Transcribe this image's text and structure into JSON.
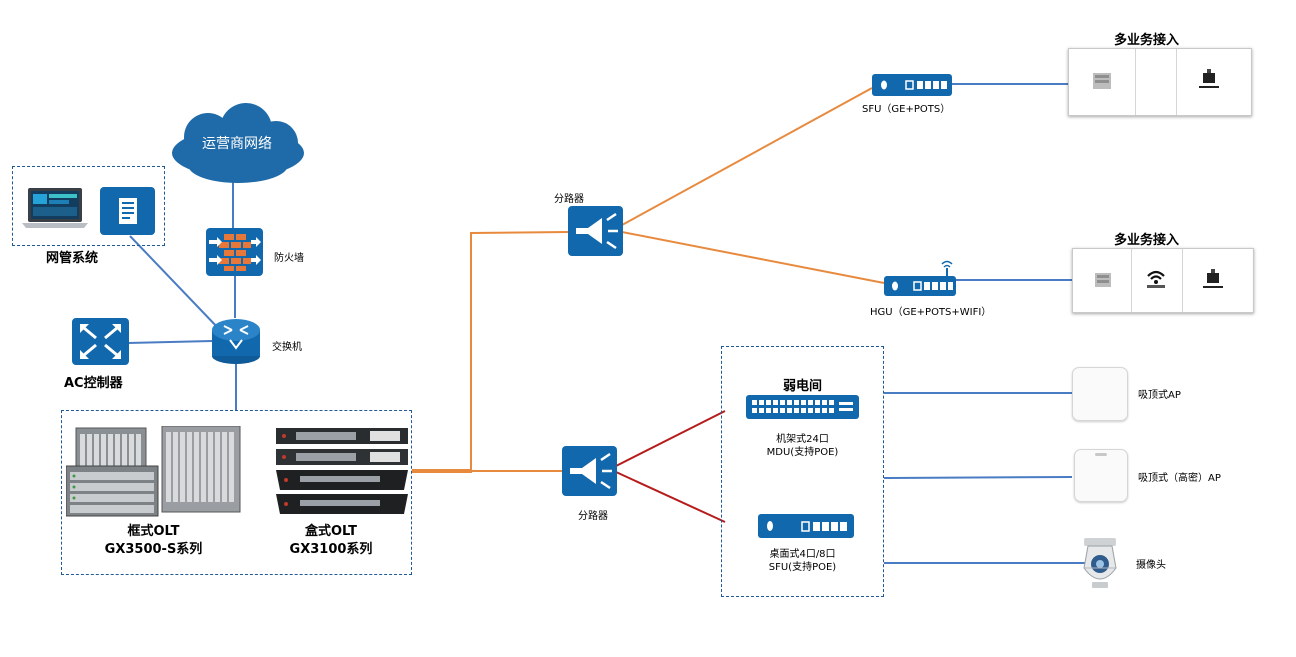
{
  "cloud_label": "运营商网络",
  "nms_label": "网管系统",
  "firewall_label": "防火墙",
  "switch_label": "交换机",
  "ac_label": "AC控制器",
  "olt_chassis_line1": "框式OLT",
  "olt_chassis_line2": "GX3500-S系列",
  "olt_box_line1": "盒式OLT",
  "olt_box_line2": "GX3100系列",
  "splitter_top_label": "分路器",
  "splitter_bottom_label": "分路器",
  "sfu_label": "SFU（GE+POTS）",
  "hgu_label": "HGU（GE+POTS+WIFI）",
  "multi1_title": "多业务接入",
  "multi2_title": "多业务接入",
  "weak_room_title": "弱电间",
  "mdu_line1": "机架式24口",
  "mdu_line2": "MDU(支持POE)",
  "desk_sfu_line1": "桌面式4口/8口",
  "desk_sfu_line2": "SFU(支持POE)",
  "ap1_label": "吸顶式AP",
  "ap2_label": "吸顶式（高密）AP",
  "camera_label": "摄像头",
  "colors": {
    "device_blue": "#1268ad",
    "cloud_blue": "#1f6aa8",
    "link_blue": "#4a7cc4",
    "link_orange": "#e88a3e",
    "link_red": "#b71c1c",
    "dash_border": "#1f5a96"
  }
}
